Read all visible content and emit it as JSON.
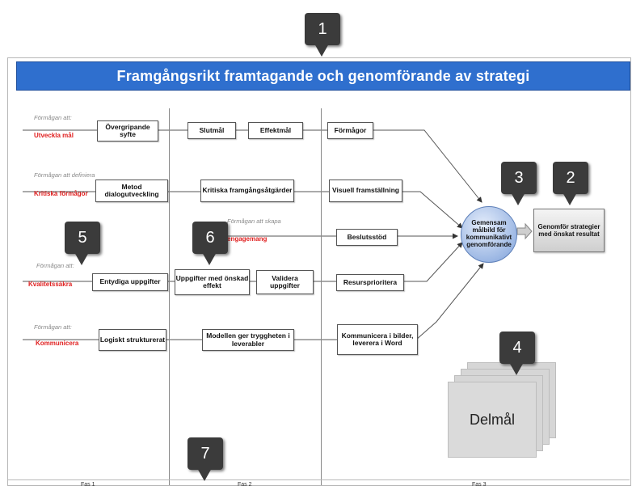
{
  "title": "Framgångsrikt framtagande och genomförande av strategi",
  "phases": [
    "Fas 1",
    "Fas 2",
    "Fas 3"
  ],
  "rows": [
    {
      "hint": "Förmågan att:",
      "red": "Utveckla mål",
      "boxes": [
        "Övergripande syfte",
        "Slutmål",
        "Effektmål",
        "Förmågor"
      ]
    },
    {
      "hint": "Förmågan att definiera",
      "red": "Kritiska förmågor",
      "boxes": [
        "Metod dialogutveckling",
        "Kritiska framgångsåtgärder",
        "Visuell framställning"
      ]
    },
    {
      "hint": "Förmågan att skapa",
      "red": "engagemang",
      "boxes": [
        "Beslutsstöd"
      ]
    },
    {
      "hint": "Förmågan att:",
      "red": "Kvalitetssäkra",
      "boxes": [
        "Entydiga uppgifter",
        "Uppgifter med önskad effekt",
        "Validera uppgifter",
        "Resursprioritera"
      ]
    },
    {
      "hint": "Förmågan att:",
      "red": "Kommunicera",
      "boxes": [
        "Logiskt strukturerat",
        "Modellen ger tryggheten i leverabler",
        "Kommunicera i bilder, leverera i Word"
      ]
    }
  ],
  "goal_circle": "Gemensam målbild för kommunikativt genomförande",
  "result_box": "Genomför strategier med önskat resultat",
  "document_stack": "Delmål",
  "callouts": [
    "1",
    "2",
    "3",
    "4",
    "5",
    "6",
    "7"
  ]
}
